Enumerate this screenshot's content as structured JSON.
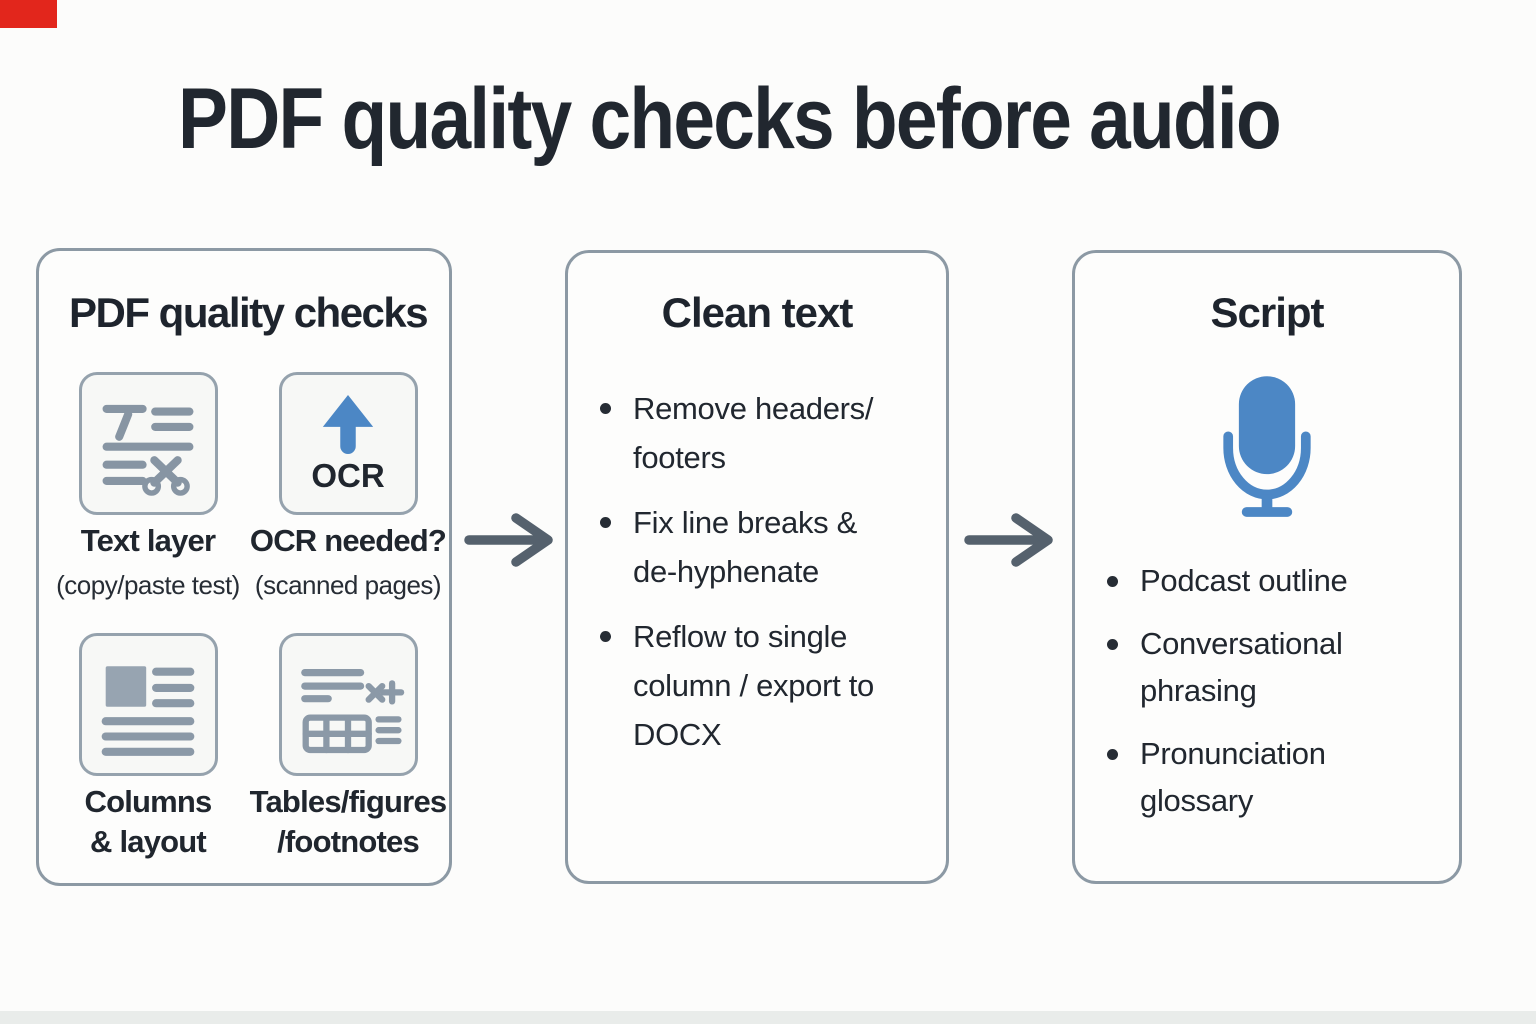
{
  "title": "PDF quality checks before audio",
  "corner_mark": {
    "color": "#e2261c"
  },
  "panels": {
    "checks": {
      "title": "PDF quality checks",
      "items": [
        {
          "icon": "text-layer-scissors-icon",
          "label_lines": [
            "Text layer"
          ],
          "sublabel": "(copy/paste test)"
        },
        {
          "icon": "ocr-upload-arrow-icon",
          "icon_text": "OCR",
          "label_lines": [
            "OCR needed?"
          ],
          "sublabel": "(scanned pages)"
        },
        {
          "icon": "columns-layout-icon",
          "label_lines": [
            "Columns",
            "& layout"
          ]
        },
        {
          "icon": "tables-grid-icon",
          "label_lines": [
            "Tables/figures",
            "/footnotes"
          ]
        }
      ]
    },
    "clean": {
      "title": "Clean text",
      "bullets": [
        {
          "lines": [
            "Remove headers/",
            "footers"
          ]
        },
        {
          "lines": [
            "Fix line breaks &",
            "de-hyphenate"
          ]
        },
        {
          "lines": [
            "Reflow to single",
            "column / export to",
            "DOCX"
          ]
        }
      ]
    },
    "script": {
      "title": "Script",
      "icon": "microphone-icon",
      "bullets": [
        {
          "lines": [
            "Podcast outline"
          ]
        },
        {
          "lines": [
            "Conversational",
            "phrasing"
          ]
        },
        {
          "lines": [
            "Pronunciation",
            "glossary"
          ]
        }
      ]
    }
  },
  "colors": {
    "background": "#fcfcfb",
    "panel_border": "#8c99a4",
    "text_dark": "#20262e",
    "icon_gray": "#8795a3",
    "accent_blue": "#4c87c5",
    "arrow_gray": "#55616d",
    "corner_red": "#e2261c"
  }
}
